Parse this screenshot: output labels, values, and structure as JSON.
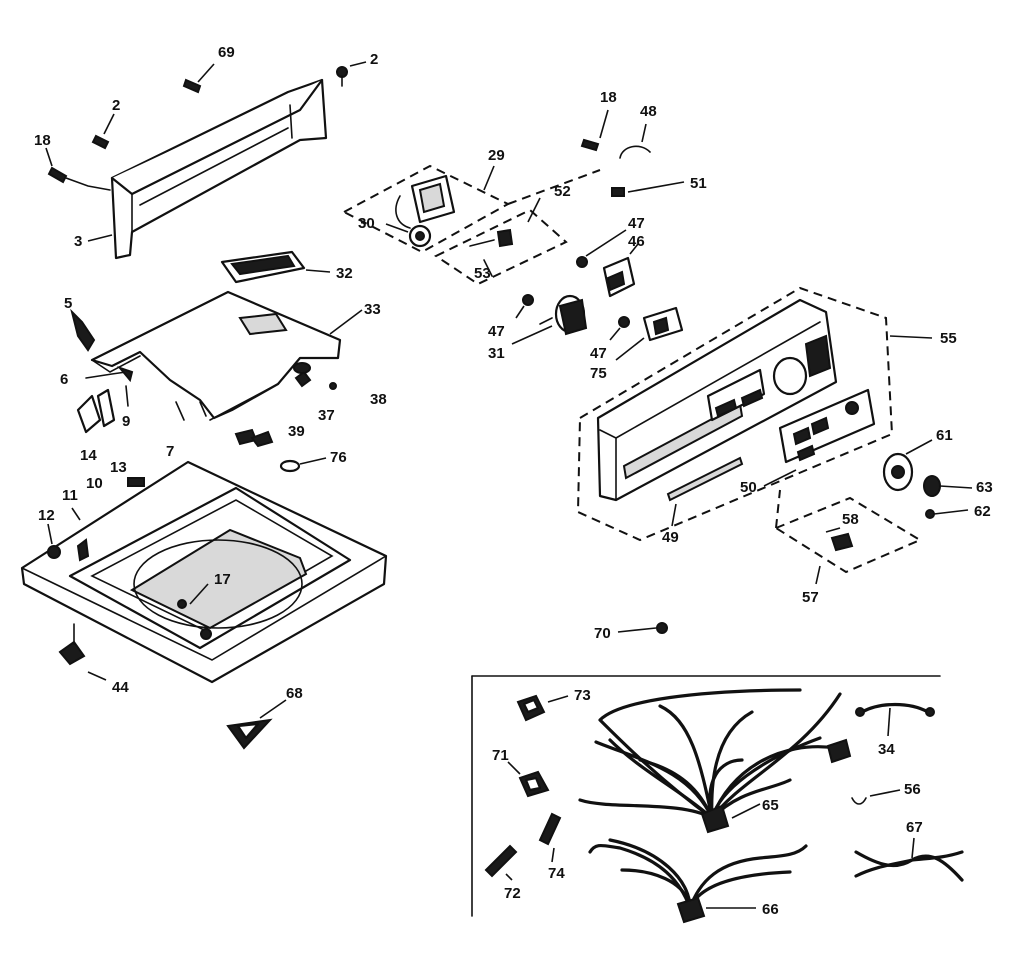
{
  "callouts": {
    "c69": "69",
    "c2a": "2",
    "c2b": "2",
    "c18a": "18",
    "c3": "3",
    "c32": "32",
    "c33": "33",
    "c5": "5",
    "c6": "6",
    "c9": "9",
    "c37": "37",
    "c38": "38",
    "c39": "39",
    "c7": "7",
    "c14": "14",
    "c13": "13",
    "c76": "76",
    "c10": "10",
    "c11": "11",
    "c12": "12",
    "c17": "17",
    "c44": "44",
    "c68": "68",
    "c29": "29",
    "c30": "30",
    "c52": "52",
    "c53": "53",
    "c18b": "18",
    "c48": "48",
    "c51": "51",
    "c47a": "47",
    "c46": "46",
    "c47b": "47",
    "c31": "31",
    "c47c": "47",
    "c75": "75",
    "c55": "55",
    "c61": "61",
    "c63": "63",
    "c62": "62",
    "c50": "50",
    "c49": "49",
    "c58": "58",
    "c57": "57",
    "c70": "70",
    "c73": "73",
    "c71": "71",
    "c65": "65",
    "c34": "34",
    "c56": "56",
    "c67": "67",
    "c74": "74",
    "c72": "72",
    "c66": "66"
  }
}
